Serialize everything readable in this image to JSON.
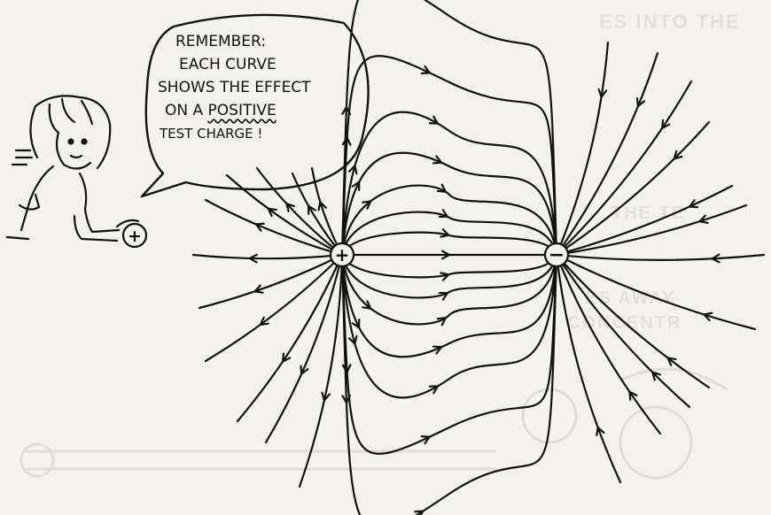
{
  "speech_bubble": {
    "line1": "REMEMBER:",
    "line2": "EACH CURVE",
    "line3": "SHOWS THE EFFECT",
    "line4_prefix": "ON A ",
    "line4_emph": "POSITIVE",
    "line5": "TEST CHARGE !"
  },
  "charges": {
    "positive_symbol": "+",
    "negative_symbol": "−",
    "test_charge_symbol": "+"
  },
  "ghost_text": {
    "line1": "ES INTO THE",
    "line2": "THE TE",
    "line3": "ES AWAY",
    "line4": "CONCENTR"
  },
  "colors": {
    "ink": "#111111",
    "paper": "#f4f2ee",
    "bleed": "#e3e0da"
  }
}
